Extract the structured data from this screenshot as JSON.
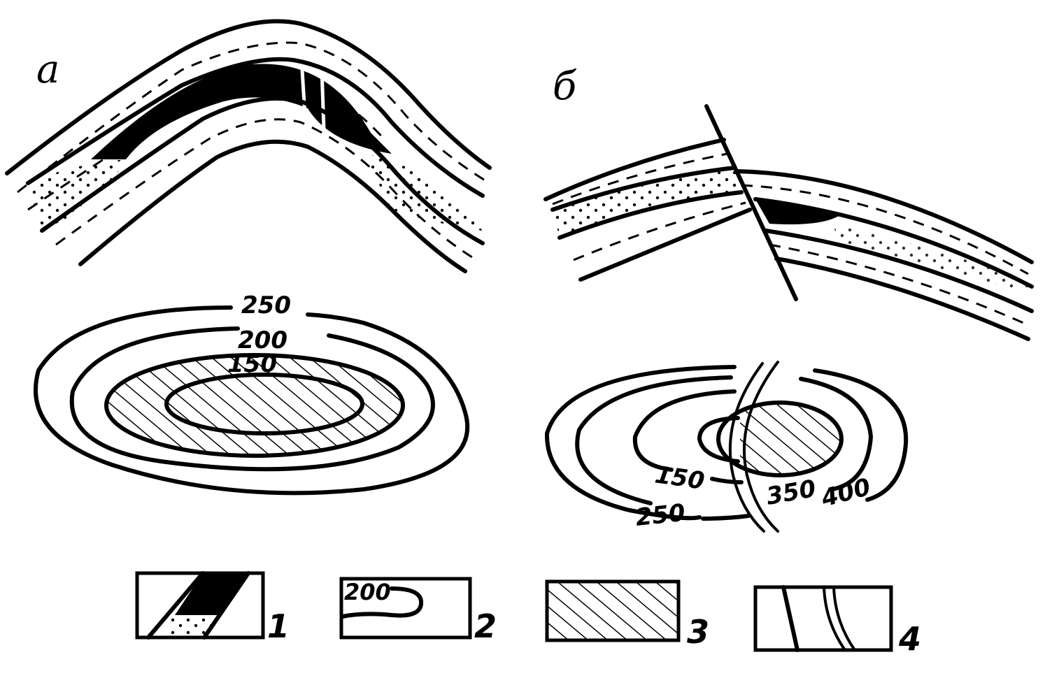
{
  "panels": {
    "a": {
      "label": "а",
      "contours": [
        "250",
        "200",
        "150"
      ]
    },
    "b": {
      "label": "б",
      "contours": [
        "150",
        "250",
        "350",
        "400"
      ]
    }
  },
  "legend": [
    {
      "number": "1"
    },
    {
      "number": "2",
      "sample": "200"
    },
    {
      "number": "3"
    },
    {
      "number": "4"
    }
  ],
  "colors": {
    "ink": "#000000",
    "paper": "#ffffff"
  }
}
